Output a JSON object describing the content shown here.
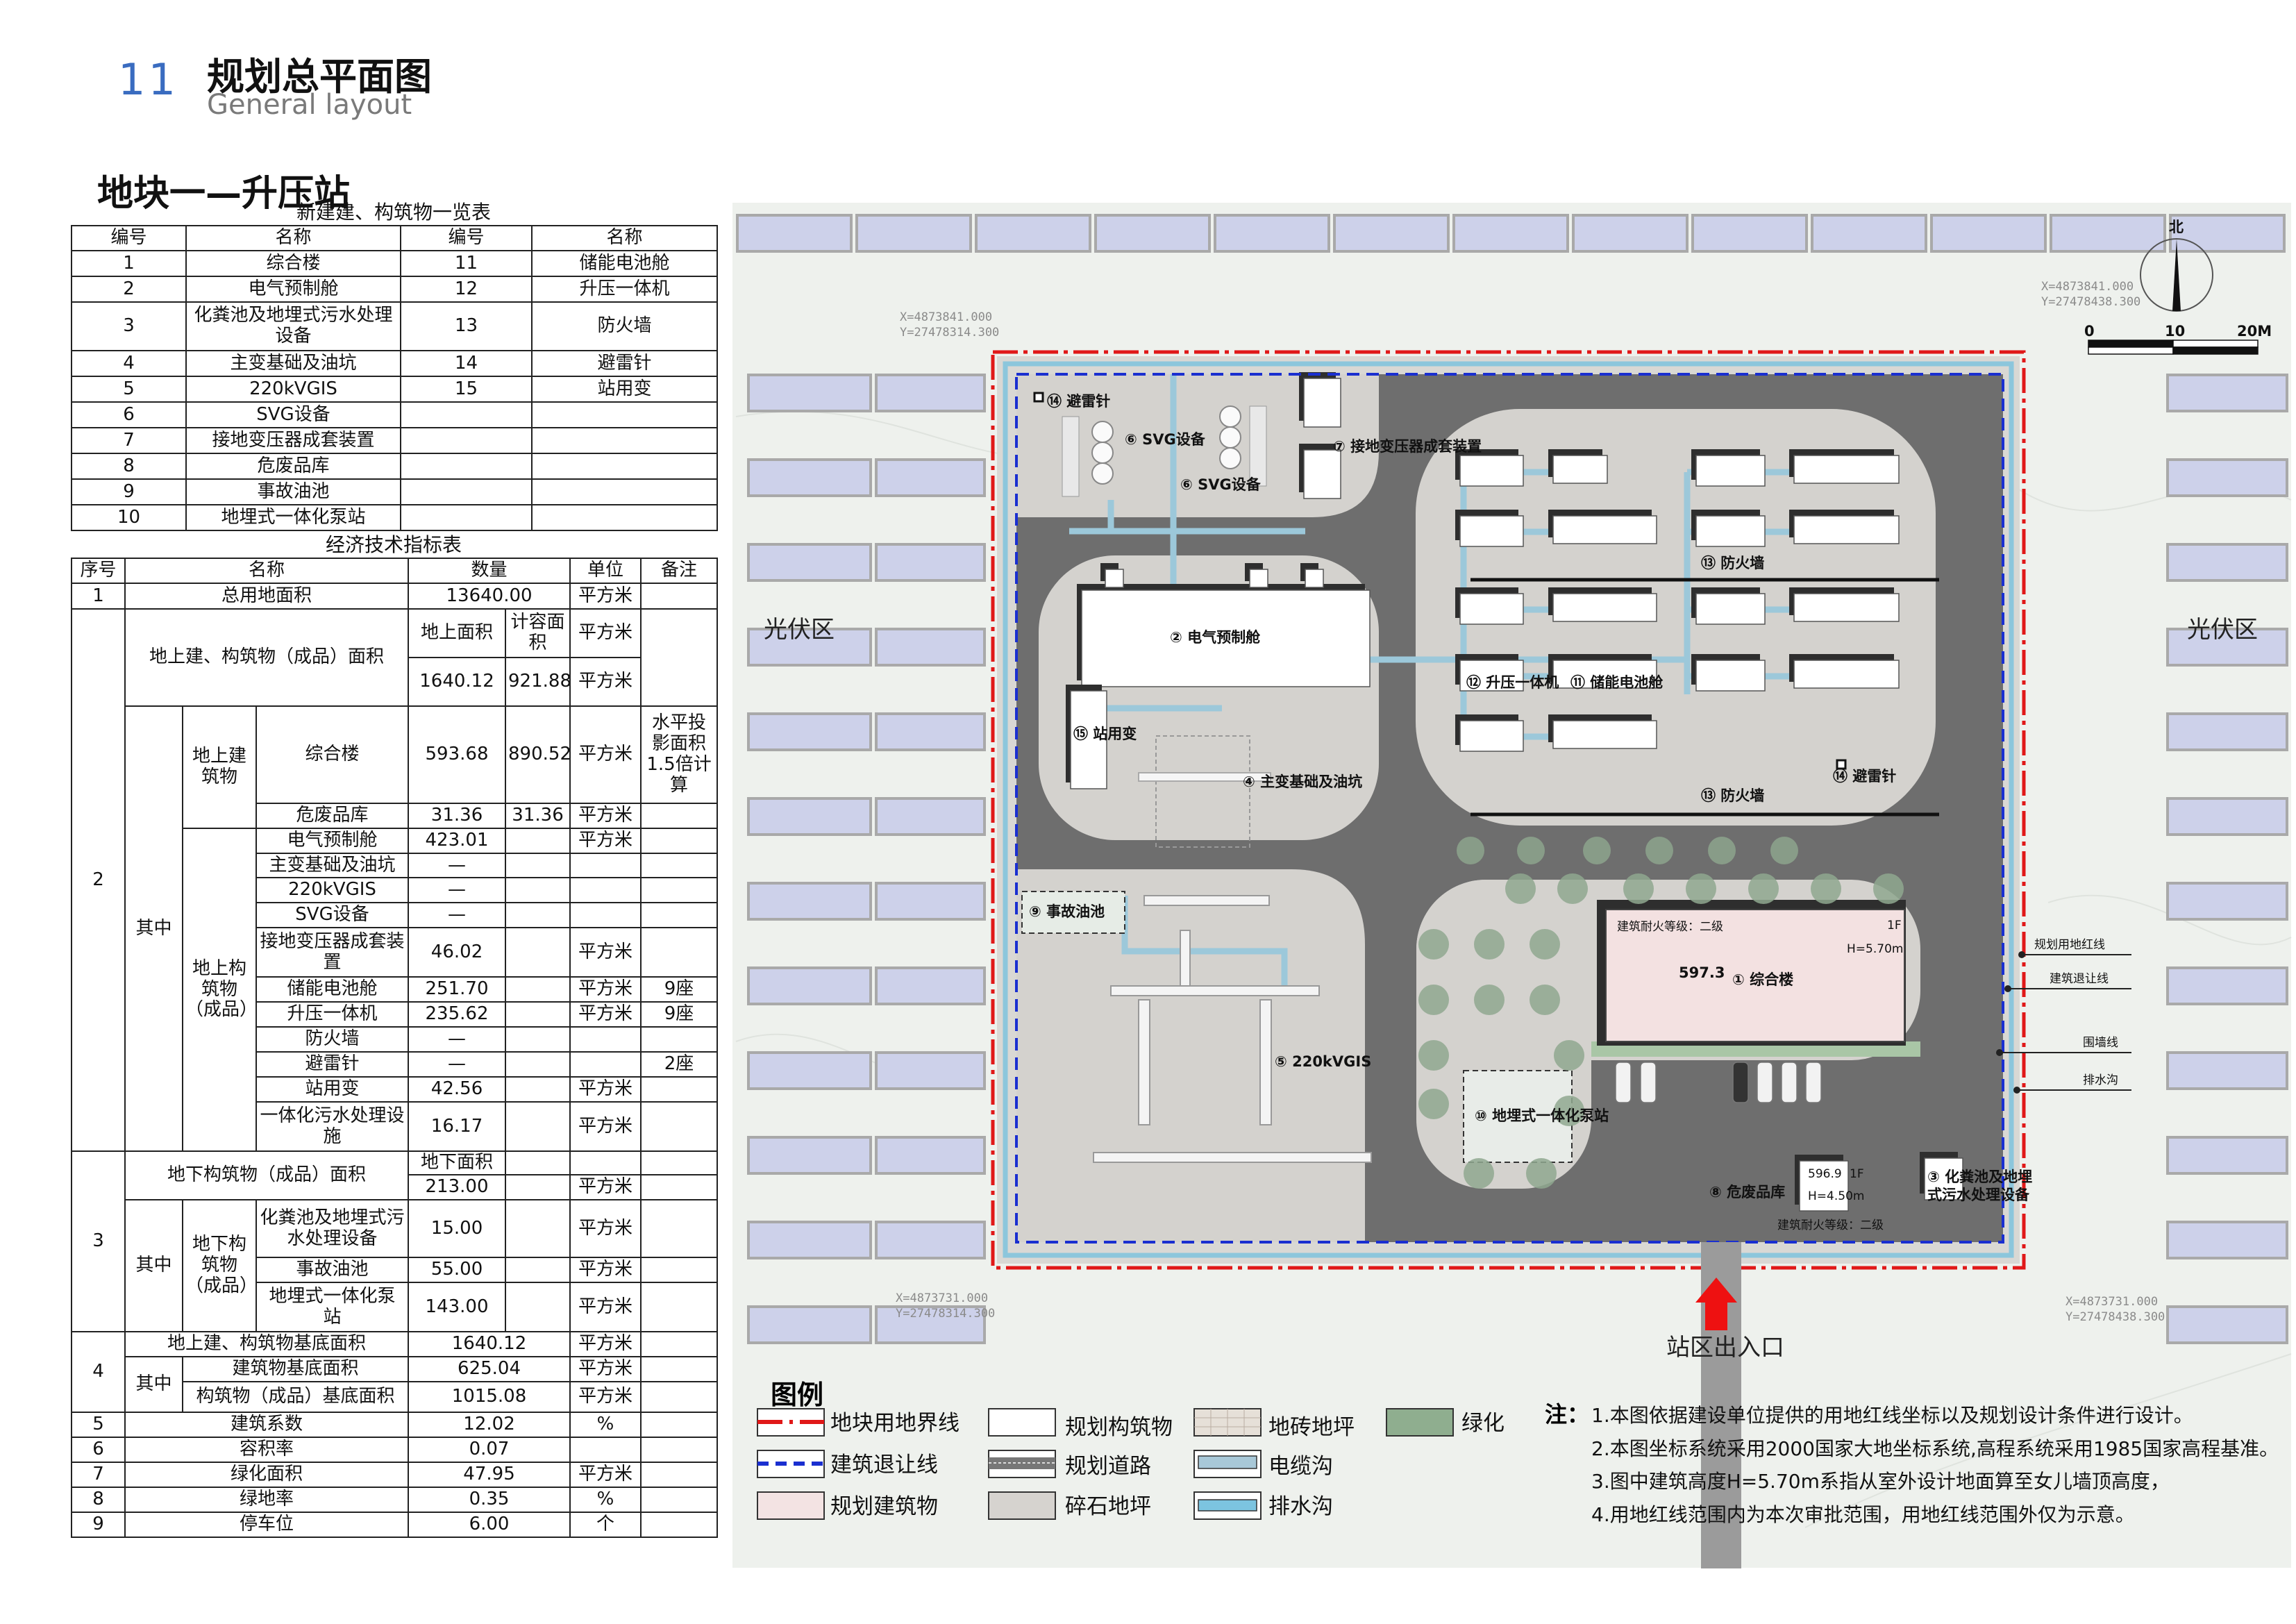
{
  "header": {
    "page_number": "11",
    "title": "规划总平面图",
    "subtitle": "General layout"
  },
  "section_title": "地块一—升压站",
  "building_list": {
    "caption": "新建建、构筑物一览表",
    "headers": [
      "编号",
      "名称",
      "编号",
      "名称"
    ],
    "rows": [
      [
        "1",
        "综合楼",
        "11",
        "储能电池舱"
      ],
      [
        "2",
        "电气预制舱",
        "12",
        "升压一体机"
      ],
      [
        "3",
        "化粪池及地埋式污水处理设备",
        "13",
        "防火墙"
      ],
      [
        "4",
        "主变基础及油坑",
        "14",
        "避雷针"
      ],
      [
        "5",
        "220kVGIS",
        "15",
        "站用变"
      ],
      [
        "6",
        "SVG设备",
        "",
        ""
      ],
      [
        "7",
        "接地变压器成套装置",
        "",
        ""
      ],
      [
        "8",
        "危废品库",
        "",
        ""
      ],
      [
        "9",
        "事故油池",
        "",
        ""
      ],
      [
        "10",
        "地埋式一体化泵站",
        "",
        ""
      ]
    ]
  },
  "indicators": {
    "caption": "经济技术指标表",
    "headers": {
      "no": "序号",
      "name": "名称",
      "qty": "数量",
      "unit": "单位",
      "note": "备注"
    },
    "r1": {
      "no": "1",
      "name": "总用地面积",
      "qty": "13640.00",
      "unit": "平方米"
    },
    "r2": {
      "no": "2",
      "name": "地上建、构筑物（成品）面积",
      "sub_a": "地上面积",
      "sub_b": "计容面积",
      "unit_a": "平方米",
      "qty_a": "1640.12",
      "qty_b": "921.88",
      "unit_b": "平方米",
      "among": "其中",
      "grp_bldg": "地上建筑物",
      "grp_struct": "地上构筑物（成品）",
      "items": [
        {
          "name": "综合楼",
          "qty": "593.68",
          "far": "890.52",
          "unit": "平方米",
          "note": "水平投影面积1.5倍计算"
        },
        {
          "name": "危废品库",
          "qty": "31.36",
          "far": "31.36",
          "unit": "平方米"
        },
        {
          "name": "电气预制舱",
          "qty": "423.01",
          "unit": "平方米"
        },
        {
          "name": "主变基础及油坑",
          "qty": "—"
        },
        {
          "name": "220kVGIS",
          "qty": "—"
        },
        {
          "name": "SVG设备",
          "qty": "—"
        },
        {
          "name": "接地变压器成套装置",
          "qty": "46.02",
          "unit": "平方米"
        },
        {
          "name": "储能电池舱",
          "qty": "251.70",
          "unit": "平方米",
          "note": "9座"
        },
        {
          "name": "升压一体机",
          "qty": "235.62",
          "unit": "平方米",
          "note": "9座"
        },
        {
          "name": "防火墙",
          "qty": "—"
        },
        {
          "name": "避雷针",
          "qty": "—",
          "note": "2座"
        },
        {
          "name": "站用变",
          "qty": "42.56",
          "unit": "平方米"
        },
        {
          "name": "一体化污水处理设施",
          "qty": "16.17",
          "unit": "平方米"
        }
      ]
    },
    "r3": {
      "no": "3",
      "name": "地下构筑物（成品）面积",
      "sub": "地下面积",
      "qty": "213.00",
      "unit": "平方米",
      "among": "其中",
      "grp": "地下构筑物（成品）",
      "items": [
        {
          "name": "化粪池及地埋式污水处理设备",
          "qty": "15.00",
          "unit": "平方米"
        },
        {
          "name": "事故油池",
          "qty": "55.00",
          "unit": "平方米"
        },
        {
          "name": "地埋式一体化泵站",
          "qty": "143.00",
          "unit": "平方米"
        }
      ]
    },
    "r4": {
      "no": "4",
      "name": "地上建、构筑物基底面积",
      "qty": "1640.12",
      "unit": "平方米",
      "among": "其中",
      "items": [
        {
          "name": "建筑物基底面积",
          "qty": "625.04",
          "unit": "平方米"
        },
        {
          "name": "构筑物（成品）基底面积",
          "qty": "1015.08",
          "unit": "平方米"
        }
      ]
    },
    "rest": [
      {
        "no": "5",
        "name": "建筑系数",
        "qty": "12.02",
        "unit": "%"
      },
      {
        "no": "6",
        "name": "容积率",
        "qty": "0.07",
        "unit": ""
      },
      {
        "no": "7",
        "name": "绿化面积",
        "qty": "47.95",
        "unit": "平方米"
      },
      {
        "no": "8",
        "name": "绿地率",
        "qty": "0.35",
        "unit": "%"
      },
      {
        "no": "9",
        "name": "停车位",
        "qty": "6.00",
        "unit": "个"
      }
    ]
  },
  "map": {
    "pv_left": "光伏区",
    "pv_right": "光伏区",
    "entrance": "站区出入口",
    "north": "北",
    "scale": [
      "0",
      "10",
      "20M"
    ],
    "coords": [
      {
        "x": "X=4873841.000",
        "y": "Y=27478314.300"
      },
      {
        "x": "X=4873841.000",
        "y": "Y=27478438.300"
      },
      {
        "x": "X=4873731.000",
        "y": "Y=27478314.300"
      },
      {
        "x": "X=4873731.000",
        "y": "Y=27478438.300"
      }
    ],
    "labels": {
      "lightning_a": "⑭ 避雷针",
      "svg_a": "⑥ SVG设备",
      "svg_b": "⑥ SVG设备",
      "grounding": "⑦ 接地变压器成套装置",
      "electrical": "② 电气预制舱",
      "station_tf": "⑮ 站用变",
      "main_tf": "④ 主变基础及油坑",
      "firewall_a": "⑬ 防火墙",
      "booster": "⑫ 升压一体机",
      "battery": "⑪ 储能电池舱",
      "lightning_b": "⑭ 避雷针",
      "firewall_b": "⑬ 防火墙",
      "oil_pool": "⑨ 事故油池",
      "gis": "⑤ 220kVGIS",
      "fire_rating_a": "建筑耐火等级：二级",
      "floors_a": "1F",
      "height_a": "H=5.70m",
      "elev_a": "597.3",
      "office": "① 综合楼",
      "pump": "⑩ 地埋式一体化泵站",
      "hazard": "⑧ 危废品库",
      "elev_b": "596.9",
      "floors_b": "1F",
      "height_b": "H=4.50m",
      "fire_rating_b": "建筑耐火等级：二级",
      "septic_1": "③ 化粪池及地埋",
      "septic_2": "式污水处理设备"
    },
    "line_labels": [
      "规划用地红线",
      "建筑退让线",
      "围墙线",
      "排水沟"
    ]
  },
  "legend": {
    "title": "图例",
    "items": [
      {
        "label": "地块用地界线"
      },
      {
        "label": "建筑退让线"
      },
      {
        "label": "规划建筑物"
      },
      {
        "label": "规划构筑物"
      },
      {
        "label": "规划道路"
      },
      {
        "label": "碎石地坪"
      },
      {
        "label": "地砖地坪"
      },
      {
        "label": "电缆沟"
      },
      {
        "label": "排水沟"
      },
      {
        "label": "绿化"
      }
    ]
  },
  "notes": {
    "title": "注：",
    "lines": [
      "1.本图依据建设单位提供的用地红线坐标以及规划设计条件进行设计。",
      "2.本图坐标系统采用2000国家大地坐标系统,高程系统采用1985国家高程基准。",
      "3.图中建筑高度H=5.70m系指从室外设计地面算至女儿墙顶高度，",
      "4.用地红线范围内为本次审批范围，用地红线范围外仅为示意。"
    ]
  },
  "colors": {
    "accent": "#3a6cc0",
    "red_line": "#e01818",
    "blue_line": "#1a2fd0",
    "road": "#6e6e6e",
    "building": "#f3e1e1",
    "green": "#8fae8f"
  }
}
